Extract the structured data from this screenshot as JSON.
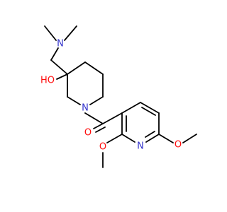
{
  "molecule": {
    "labels": {
      "amine_n": "N",
      "hydroxyl": "HO",
      "ring_n": "N",
      "carbonyl_o": "O",
      "pyridine_n": "N",
      "methoxy_o_left": "O",
      "methoxy_o_right": "O"
    },
    "colors": {
      "bond": "#000000",
      "nitrogen": "#3333cc",
      "oxygen": "#ff0d0d"
    }
  }
}
